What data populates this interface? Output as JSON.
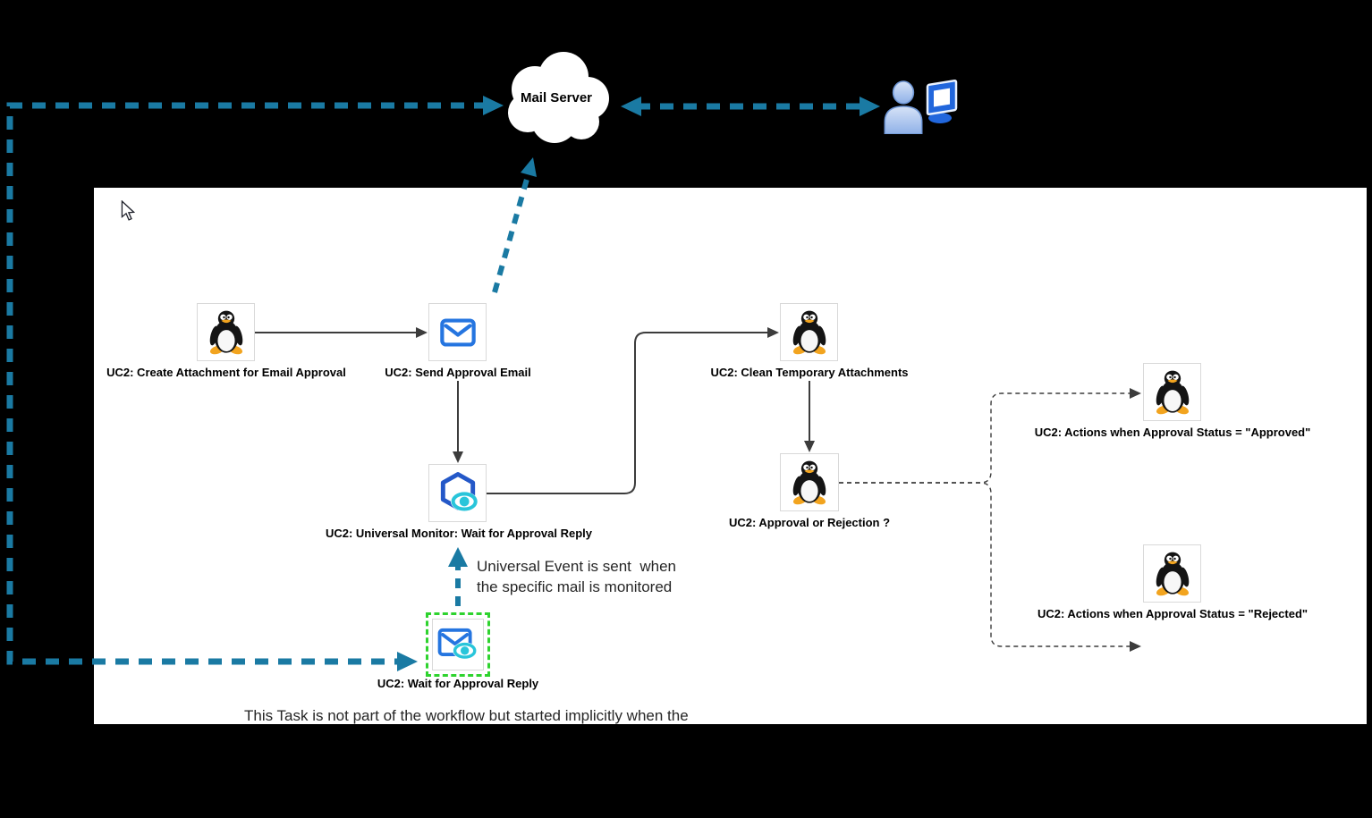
{
  "diagram": {
    "mail_server_label": "Mail Server",
    "nodes": {
      "create_attachment": "UC2: Create Attachment for Email Approval",
      "send_email": "UC2: Send Approval Email",
      "clean_attachments": "UC2: Clean Temporary Attachments",
      "universal_monitor": "UC2: Universal Monitor: Wait for Approval Reply",
      "approval_or_rejection": "UC2: Approval or Rejection ?",
      "actions_approved": "UC2: Actions when Approval Status = \"Approved\"",
      "actions_rejected": "UC2: Actions when Approval Status = \"Rejected\"",
      "wait_reply": "UC2: Wait for Approval Reply"
    },
    "annotations": {
      "universal_event_line1": "Universal Event is sent  when",
      "universal_event_line2": "the specific mail is monitored",
      "task_note": "This Task is not part of the workflow but started implicitly when the"
    },
    "colors": {
      "flow_dashed_blue": "#1a7aa3",
      "note_green": "#2ed32e",
      "envelope_blue": "#2575e0",
      "hexagon_blue": "#2458c8",
      "eye_cyan": "#29c5da",
      "edge_dark": "#3c3c3c"
    }
  }
}
